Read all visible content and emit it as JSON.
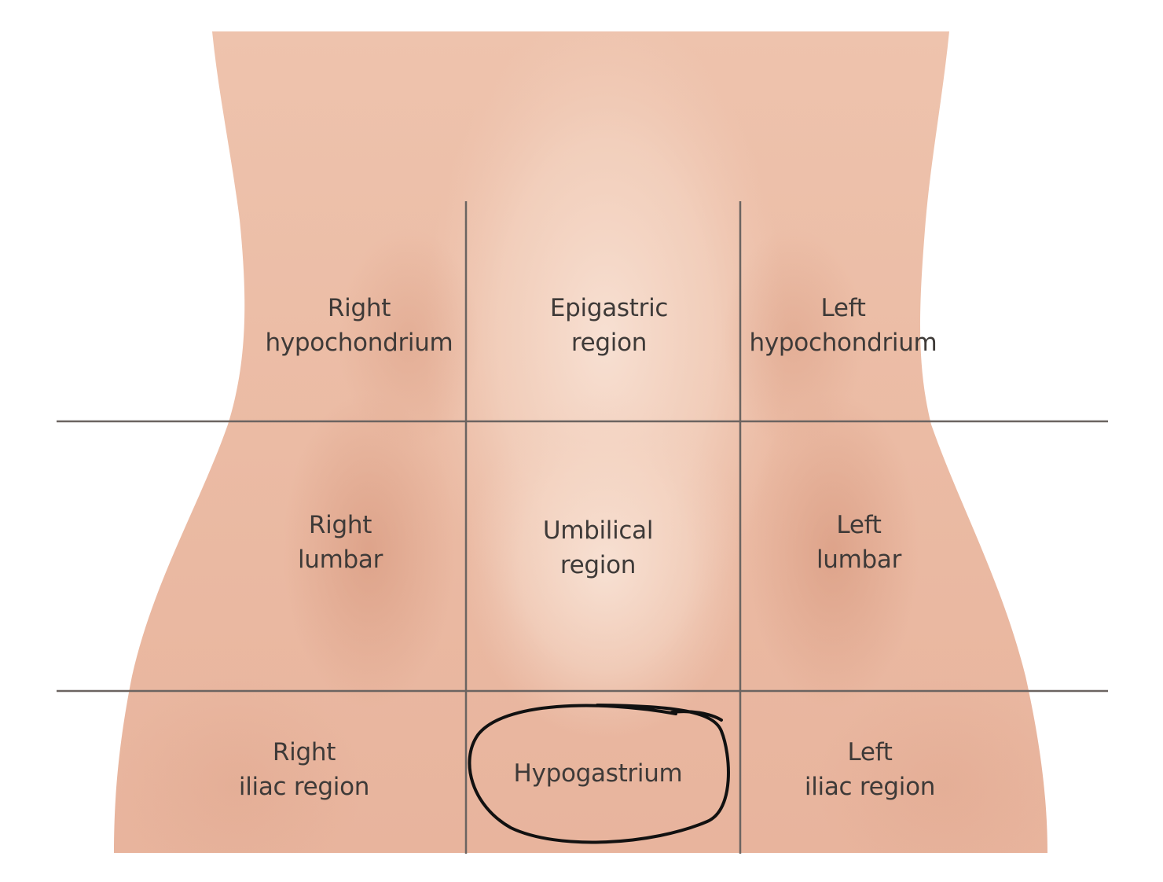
{
  "colors": {
    "skin_base": "#e9b7a0",
    "skin_light": "#f5d9c9",
    "skin_shadow": "#dea58c",
    "grid_line": "#6b6461",
    "text": "#3e3a38",
    "annotation_circle": "#111111",
    "background": "#ffffff"
  },
  "regions": {
    "right_hypochondrium": {
      "line1": "Right",
      "line2": "hypochondrium"
    },
    "epigastric": {
      "line1": "Epigastric",
      "line2": "region"
    },
    "left_hypochondrium": {
      "line1": "Left",
      "line2": "hypochondrium"
    },
    "right_lumbar": {
      "line1": "Right",
      "line2": "lumbar"
    },
    "umbilical": {
      "line1": "Umbilical",
      "line2": "region"
    },
    "left_lumbar": {
      "line1": "Left",
      "line2": "lumbar"
    },
    "right_iliac": {
      "line1": "Right",
      "line2": "iliac region"
    },
    "hypogastrium": {
      "line1": "Hypogastrium"
    },
    "left_iliac": {
      "line1": "Left",
      "line2": "iliac region"
    }
  },
  "annotation": {
    "highlighted_region": "hypogastrium",
    "mark": "hand-drawn-circle"
  }
}
